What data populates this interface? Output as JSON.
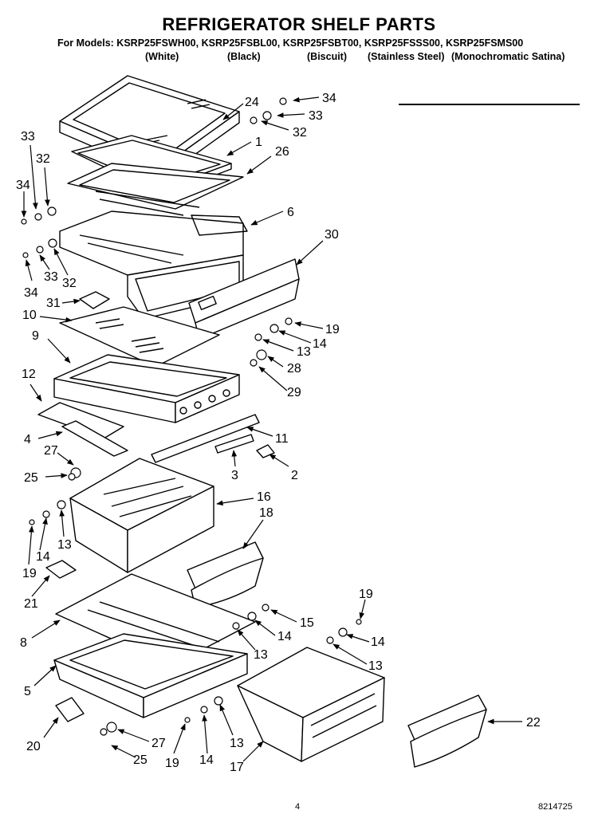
{
  "header": {
    "title": "REFRIGERATOR SHELF PARTS",
    "models_line": "For Models: KSRP25FSWH00, KSRP25FSBL00, KSRP25FSBT00, KSRP25FSSS00, KSRP25FSMS00",
    "variants": [
      "(White)",
      "(Black)",
      "(Biscuit)",
      "(Stainless Steel)",
      "(Monochromatic Satina)"
    ]
  },
  "callouts": [
    "24",
    "34",
    "33",
    "32",
    "1",
    "26",
    "33",
    "32",
    "34",
    "6",
    "30",
    "34",
    "33",
    "32",
    "31",
    "10",
    "9",
    "19",
    "14",
    "13",
    "28",
    "29",
    "12",
    "11",
    "4",
    "27",
    "3",
    "2",
    "25",
    "16",
    "18",
    "14",
    "13",
    "19",
    "21",
    "19",
    "15",
    "14",
    "14",
    "8",
    "13",
    "13",
    "5",
    "22",
    "27",
    "20",
    "25",
    "19",
    "14",
    "13",
    "17"
  ],
  "footer": {
    "page_number": "4",
    "doc_number": "8214725"
  }
}
